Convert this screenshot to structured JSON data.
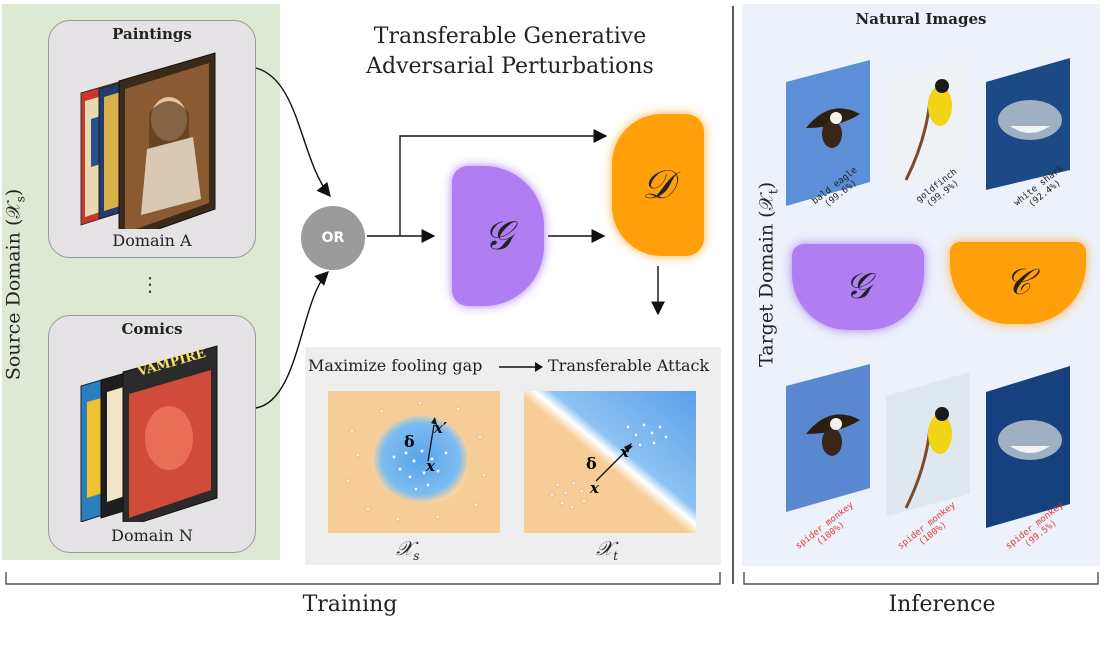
{
  "title_line1": "Transferable Generative",
  "title_line2": "Adversarial Perturbations",
  "source_domain": {
    "label": "Source Domain (𝒳",
    "label_sub": "s",
    "label_close": ")",
    "paintings": {
      "title": "Paintings",
      "footer": "Domain A"
    },
    "comics": {
      "title": "Comics",
      "footer": "Domain N"
    },
    "ellipsis": "⋮"
  },
  "or_node": "OR",
  "generator_symbol": "𝒢",
  "discriminator_symbol": "𝒟",
  "classifier_symbol": "𝒞",
  "visualization": {
    "left_caption": "Maximize fooling gap",
    "right_caption": "Transferable Attack",
    "delta": "δ",
    "x_prime": "x′",
    "x": "x",
    "left_space": "𝒳",
    "left_space_sub": "s",
    "right_space": "𝒳",
    "right_space_sub": "t"
  },
  "training_label": "Training",
  "inference_label": "Inference",
  "inference": {
    "header": "Natural Images",
    "target_domain": "Target Domain (𝒳",
    "target_domain_sub": "t",
    "target_domain_close": ")",
    "clean": [
      {
        "name": "bald eagle",
        "conf": "(99.6%)"
      },
      {
        "name": "goldfinch",
        "conf": "(99.9%)"
      },
      {
        "name": "white shark",
        "conf": "(92.4%)"
      }
    ],
    "adversarial": [
      {
        "name": "spider monkey",
        "conf": "(100%)"
      },
      {
        "name": "spider monkey",
        "conf": "(100%)"
      },
      {
        "name": "spider monkey",
        "conf": "(99.5%)"
      }
    ]
  },
  "colors": {
    "generator": "#b07ef2",
    "discriminator": "#ff9f0a",
    "source_panel": "#dde9d2",
    "adv_label": "#e23b3b"
  }
}
